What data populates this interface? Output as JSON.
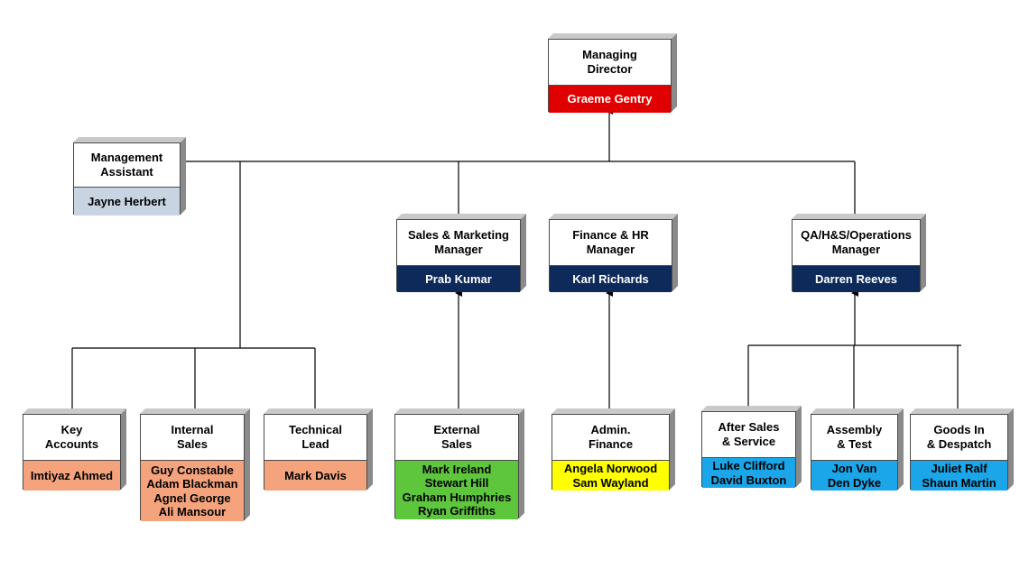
{
  "nodes": [
    {
      "id": "managing-director",
      "title": "Managing\nDirector",
      "names": [
        "Graeme Gentry"
      ],
      "color": "red"
    },
    {
      "id": "management-assistant",
      "title": "Management\nAssistant",
      "names": [
        "Jayne Herbert"
      ],
      "color": "grey"
    },
    {
      "id": "sales-marketing-manager",
      "title": "Sales & Marketing\nManager",
      "names": [
        "Prab Kumar"
      ],
      "color": "blue"
    },
    {
      "id": "finance-hr-manager",
      "title": "Finance & HR\nManager",
      "names": [
        "Karl Richards"
      ],
      "color": "blue"
    },
    {
      "id": "qa-operations-manager",
      "title": "QA/H&S/Operations\nManager",
      "names": [
        "Darren Reeves"
      ],
      "color": "blue"
    },
    {
      "id": "key-accounts",
      "title": "Key\nAccounts",
      "names": [
        "Imtiyaz Ahmed"
      ],
      "color": "orange"
    },
    {
      "id": "internal-sales",
      "title": "Internal\nSales",
      "names": [
        "Guy Constable",
        "Adam Blackman",
        "Agnel George",
        "Ali Mansour"
      ],
      "color": "orange"
    },
    {
      "id": "technical-lead",
      "title": "Technical\nLead",
      "names": [
        "Mark Davis"
      ],
      "color": "orange"
    },
    {
      "id": "external-sales",
      "title": "External\nSales",
      "names": [
        "Mark Ireland",
        "Stewart Hill",
        "Graham Humphries",
        "Ryan Griffiths"
      ],
      "color": "green"
    },
    {
      "id": "admin-finance",
      "title": "Admin.\nFinance",
      "names": [
        "Angela Norwood",
        "Sam Wayland"
      ],
      "color": "yellow"
    },
    {
      "id": "after-sales-service",
      "title": "After Sales\n& Service",
      "names": [
        "Luke Clifford",
        "David Buxton"
      ],
      "color": "cyan"
    },
    {
      "id": "assembly-test",
      "title": "Assembly\n& Test",
      "names": [
        "Jon Van",
        "Den Dyke"
      ],
      "color": "cyan"
    },
    {
      "id": "goods-in-despatch",
      "title": "Goods In\n& Despatch",
      "names": [
        "Juliet Ralf",
        "Shaun Martin"
      ],
      "color": "cyan"
    }
  ]
}
